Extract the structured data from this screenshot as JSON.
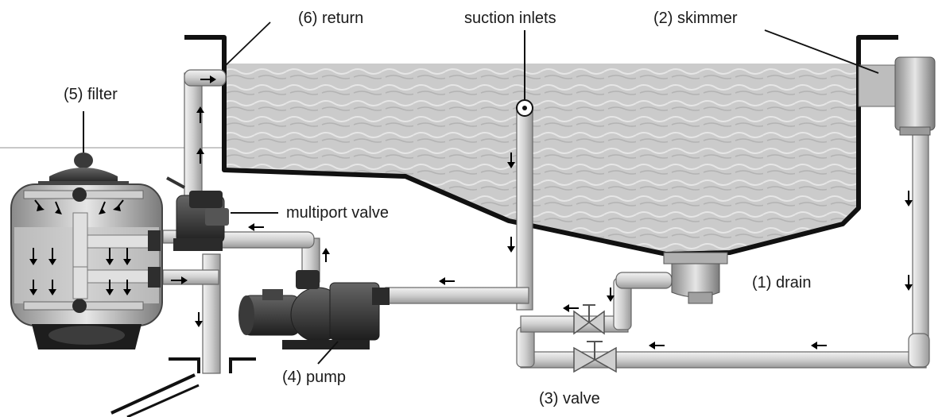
{
  "labels": {
    "return": "(6) return",
    "suction_inlets": "suction inlets",
    "skimmer": "(2) skimmer",
    "filter": "(5) filter",
    "multiport_valve": "multiport valve",
    "drain": "(1) drain",
    "pump": "(4) pump",
    "valve": "(3) valve"
  },
  "colors": {
    "water": "#c9c9c9",
    "pool_wall": "#111111",
    "pipe": "#d4d4d4",
    "equipment": "#3a3a3a"
  }
}
